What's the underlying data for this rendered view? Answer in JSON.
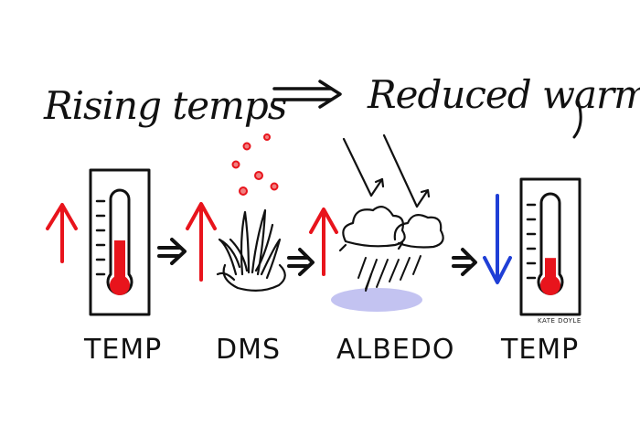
{
  "header": {
    "cause": "Rising temps",
    "effect": "Reduced warming"
  },
  "steps": [
    {
      "label": "TEMP",
      "trend": "up",
      "icon": "thermometer-icon",
      "level": 0.5
    },
    {
      "label": "DMS",
      "trend": "up",
      "icon": "phytoplankton-icon"
    },
    {
      "label": "ALBEDO",
      "trend": "up",
      "icon": "cloud-icon"
    },
    {
      "label": "TEMP",
      "trend": "down",
      "icon": "thermometer-icon",
      "level": 0.3
    }
  ],
  "signature": "KATE DOYLE",
  "colors": {
    "up": "#e8141c",
    "down": "#1f3fd6",
    "mercury": "#e8141c",
    "shadow": "#b9b8ee",
    "ink": "#111111"
  }
}
